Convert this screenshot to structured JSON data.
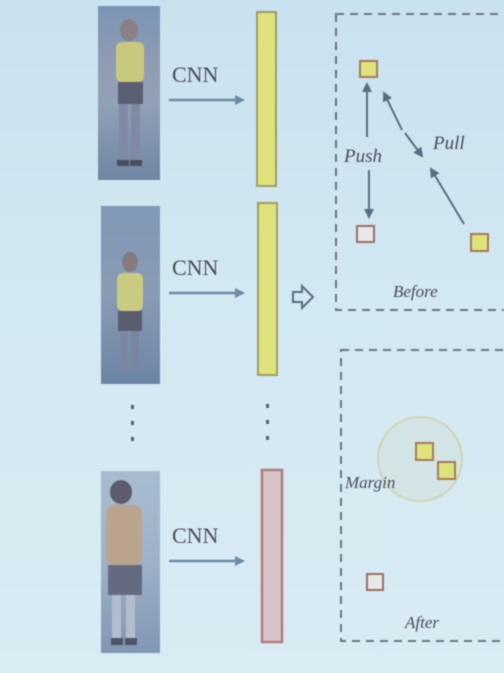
{
  "labels": {
    "cnn_1": "CNN",
    "cnn_2": "CNN",
    "cnn_3": "CNN",
    "push": "Push",
    "pull": "Pull",
    "before": "Before",
    "margin": "Margin",
    "after": "After"
  },
  "colors": {
    "arrow": "#6d8aa6",
    "yellow_box": "#dde27a",
    "red_box": "#c98c8a",
    "square_stroke": "#a77a5b",
    "dashed": "#6a7584"
  },
  "icons": {
    "transition": "hollow-right-arrow-icon",
    "ellipsis": "vertical-dots"
  }
}
